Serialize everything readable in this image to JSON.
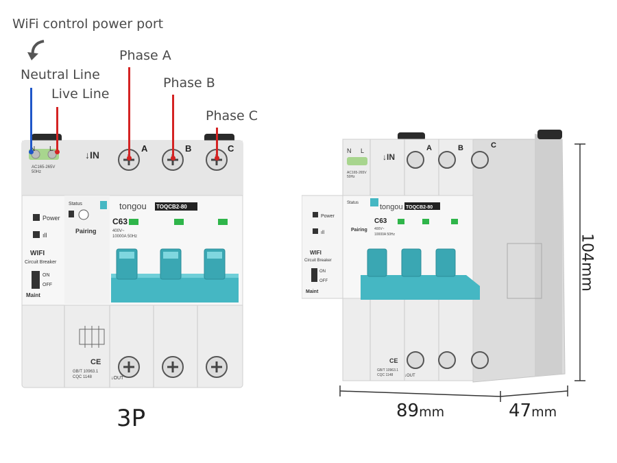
{
  "labels": {
    "wifi_port": "WiFi control power port",
    "neutral": "Neutral Line",
    "live": "Live Line",
    "phase_a": "Phase A",
    "phase_b": "Phase B",
    "phase_c": "Phase C"
  },
  "front": {
    "terminal_n": "N",
    "terminal_l": "L",
    "terminal_a": "A",
    "terminal_b": "B",
    "terminal_c": "C",
    "in_label": "↓IN",
    "ac_rating": "AC165-265V",
    "freq": "50Hz",
    "power": "Power",
    "signal": "ıll",
    "wifi": "WIFI",
    "circuit_breaker": "Circuit Breaker",
    "on": "ON",
    "off": "OFF",
    "maint": "Maint",
    "status": "Status",
    "pairing": "Pairing",
    "brand": "tongou",
    "model": "TOQCB2-80",
    "rating": "C63",
    "voltage": "400V~",
    "capacity": "10000A  50Hz",
    "cert1": "GB/T 10963.1",
    "cert2": "CQC  1148",
    "ce": "CE",
    "out": "↓OUT",
    "variant": "3P"
  },
  "dimensions": {
    "height": "104mm",
    "width_value": "89",
    "width_unit": "mm",
    "depth_value": "47",
    "depth_unit": "mm"
  },
  "colors": {
    "toggle": "#45b7c3",
    "neutral_wire": "#1f56c8",
    "phase_wire": "#d42323",
    "led": "#2fb54a"
  }
}
